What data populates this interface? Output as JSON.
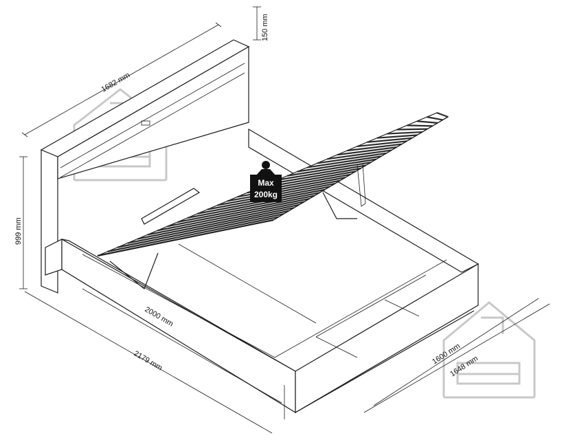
{
  "dimensions": {
    "headboard_width": "1682 mm",
    "headboard_extra": "150 mm",
    "height": "999 mm",
    "inner_length": "2000 mm",
    "total_length": "2179 mm",
    "inner_width": "1600 mm",
    "total_width": "1648 mm"
  },
  "load_badge": {
    "line1": "Max",
    "line2": "200kg"
  },
  "watermark_icons": [
    "house-sofa-icon",
    "house-sofa-icon"
  ],
  "colors": {
    "line": "#1a1a1a",
    "watermark": "#c8c8c8",
    "badge": "#111111"
  }
}
